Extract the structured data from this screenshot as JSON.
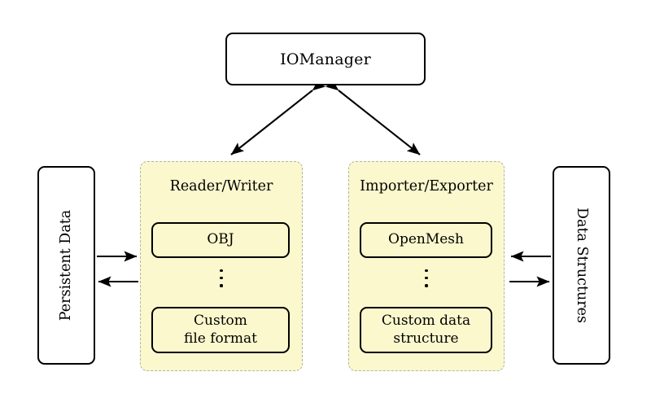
{
  "diagram": {
    "title_node": {
      "label": "IOManager"
    },
    "groups": [
      {
        "id": "reader-writer",
        "title": "Reader/Writer",
        "items": [
          {
            "label": "OBJ"
          },
          {
            "label": "Custom\nfile format"
          }
        ],
        "ellipsis": "vertical-dots"
      },
      {
        "id": "importer-exporter",
        "title": "Importer/Exporter",
        "items": [
          {
            "label": "OpenMesh"
          },
          {
            "label": "Custom data\nstructure"
          }
        ],
        "ellipsis": "vertical-dots"
      }
    ],
    "side_boxes": [
      {
        "id": "persistent-data",
        "label": "Persistent Data",
        "orientation": "rotate-ccw"
      },
      {
        "id": "data-structures",
        "label": "Data Structures",
        "orientation": "rotate-cw"
      }
    ],
    "connections": [
      {
        "id": "manager-to-reader-writer",
        "from": "IOManager",
        "to": "Reader/Writer",
        "style": "double-arrow"
      },
      {
        "id": "manager-to-importer-exporter",
        "from": "IOManager",
        "to": "Importer/Exporter",
        "style": "double-arrow"
      },
      {
        "id": "persistent-data-to-reader-writer",
        "from": "Persistent Data",
        "to": "Reader/Writer",
        "style": "single-arrow-right"
      },
      {
        "id": "reader-writer-to-persistent-data",
        "from": "Reader/Writer",
        "to": "Persistent Data",
        "style": "single-arrow-left"
      },
      {
        "id": "data-structures-to-importer-exporter",
        "from": "Data Structures",
        "to": "Importer/Exporter",
        "style": "single-arrow-left"
      },
      {
        "id": "importer-exporter-to-data-structures",
        "from": "Importer/Exporter",
        "to": "Data Structures",
        "style": "single-arrow-right"
      }
    ],
    "colors": {
      "group_fill": "#fbf8cd",
      "group_border": "#b3b3a8",
      "node_border": "#000000",
      "background": "#ffffff",
      "arrow": "#000000"
    }
  }
}
